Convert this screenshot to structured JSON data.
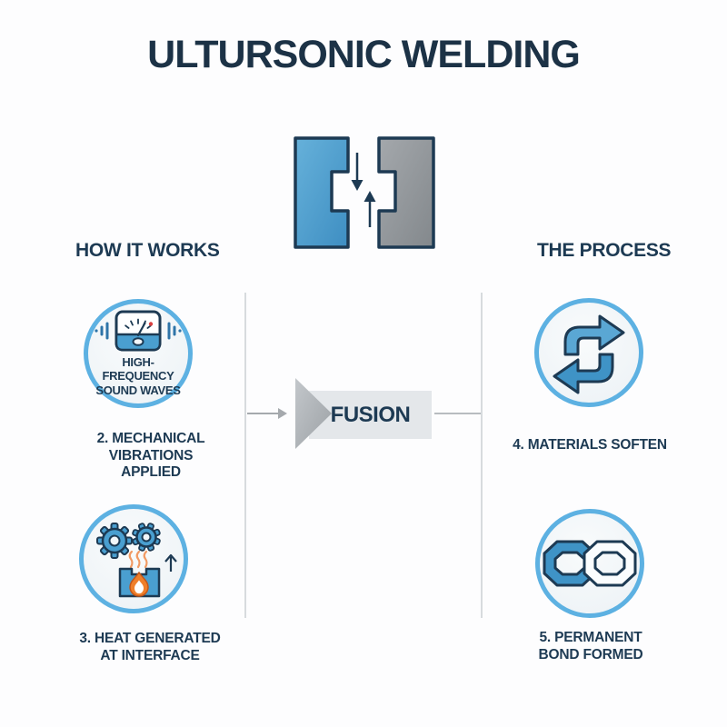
{
  "title": "ULTURSONIC WELDING",
  "hero": {
    "icon": "interlocking-weld-blocks-icon",
    "description_icons": [
      "press-down-arrow-icon",
      "press-up-arrow-icon"
    ]
  },
  "sections": {
    "left": {
      "heading": "HOW IT WORKS",
      "items": [
        {
          "type": "circle-badge",
          "icon": "high-frequency-meter-icon",
          "label": "HIGH-FREQUENCY\nSOUND WAVES"
        },
        {
          "type": "step-text",
          "label": "2. MECHANICAL\nVIBRATIONS\nAPPLIED"
        },
        {
          "type": "circle-badge",
          "icon": "gears-heat-flame-icon",
          "label": ""
        },
        {
          "type": "step-text",
          "label": "3. HEAT GENERATED\nAT INTERFACE"
        }
      ]
    },
    "right": {
      "heading": "THE PROCESS",
      "items": [
        {
          "type": "circle-badge",
          "icon": "materials-swap-arrows-icon",
          "label": ""
        },
        {
          "type": "step-text",
          "label": "4. MATERIALS SOFTEN"
        },
        {
          "type": "circle-badge",
          "icon": "permanent-bond-links-icon",
          "label": ""
        },
        {
          "type": "step-text",
          "label": "5. PERMANENT\nBOND FORMED"
        }
      ]
    }
  },
  "center": {
    "fusion_label": "FUSION",
    "flow_icons": [
      "flow-arrow-icon",
      "fusion-big-arrow-icon"
    ]
  },
  "colors": {
    "navy": "#1d3a53",
    "title_navy": "#1c3246",
    "blue": "#4a9fd0",
    "blue_dark": "#3e8ec2",
    "ring_blue": "#5db1e2",
    "gray_block": "#8f9397",
    "orange": "#ef7f2a",
    "heat_orange": "#f19a63",
    "needle_red": "#d94040",
    "divider_gray": "#d7dbde",
    "fusion_box_gray": "#e4e7ea",
    "big_arrow_gray": "#aeb3b7"
  }
}
